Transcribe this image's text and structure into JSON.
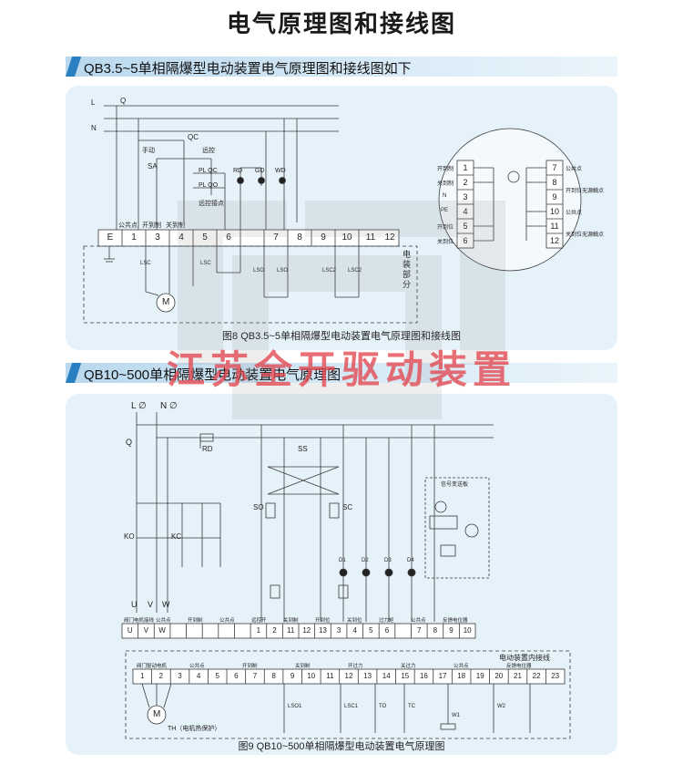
{
  "page_title": "电气原理图和接线图",
  "section1": {
    "heading": "QB3.5~5单相隔爆型电动装置电气原理图和接线图如下",
    "caption": "图8  QB3.5~5单相隔爆型电动装置电气原理图和接线图",
    "top_labels": {
      "L": "L",
      "N": "N",
      "Q": "Q",
      "QC": "QC",
      "SA": "SA",
      "manual": "手动",
      "remote": "远控",
      "plqc": "PL QC",
      "plqo": "PL QO",
      "remote_pt": "远控接点",
      "RD": "RD",
      "GD": "GD",
      "WD": "WD"
    },
    "terminal_heads": [
      "公共点",
      "开到制",
      "关到制"
    ],
    "terminals": [
      "E",
      "1",
      "3",
      "4",
      "5",
      "6",
      "7",
      "8",
      "9",
      "10",
      "11",
      "12"
    ],
    "device_label": "电装部分",
    "motor": "M",
    "lsc": [
      "LSC",
      "LSC",
      "LSO",
      "LSO",
      "LSC2",
      "LSC2"
    ],
    "circle": {
      "left_labels": [
        "开到制",
        "关到制",
        "N",
        "PE",
        "开到位",
        "关到位"
      ],
      "left_nums": [
        "1",
        "2",
        "3",
        "4",
        "5",
        "6"
      ],
      "right_nums": [
        "7",
        "8",
        "9",
        "10",
        "11",
        "12"
      ],
      "right_labels": [
        "公共点",
        "开到位无源触点",
        "公共点",
        "关到位无源触点"
      ]
    }
  },
  "section2": {
    "heading_a": "QB10~500单",
    "heading_b": "相隔爆型电动装置电气原理图",
    "caption": "图9  QB10~500单相隔爆型电动装置电气原理图",
    "top_labels": {
      "L": "L ∅",
      "N": "N ∅",
      "Q": "Q",
      "RD": "RD",
      "SS": "SS",
      "SO": "SO",
      "SC": "SC",
      "KO": "KO",
      "KC": "KC"
    },
    "box_label": "信号变送板",
    "lamps": [
      "D1",
      "D2",
      "D3",
      "D4"
    ],
    "uvw": [
      "U",
      "V",
      "W"
    ],
    "row1_heads": [
      "阀门电机接线",
      "公共点",
      "开到制",
      "公共点",
      "远控开",
      "关到制",
      "开到位",
      "关到位",
      "过力矩",
      "公共点",
      "反馈电位器"
    ],
    "row1": [
      "U",
      "V",
      "W",
      "",
      "",
      "",
      "",
      "",
      "1",
      "2",
      "11",
      "12",
      "13",
      "3",
      "4",
      "5",
      "6",
      "",
      "7",
      "8",
      "9",
      "10"
    ],
    "inner_title": "电动装置内接线",
    "row2_heads": [
      "阀门驱动电机",
      "公共点",
      "开到制",
      "关到制",
      "开过力",
      "关过力",
      "公共点",
      "反馈电位器"
    ],
    "row2": [
      "1",
      "2",
      "3",
      "4",
      "5",
      "6",
      "7",
      "8",
      "9",
      "10",
      "11",
      "12",
      "13",
      "14",
      "15",
      "16",
      "17",
      "18",
      "19",
      "20",
      "21",
      "22",
      "23"
    ],
    "bottom_labels": [
      "TH（电机热保护）",
      "LSO1",
      "LSC1",
      "TO",
      "TC",
      "W1",
      "W2"
    ],
    "motor": "M"
  },
  "watermark": "江苏全开驱动装置",
  "colors": {
    "panel": "#e6f2fa",
    "accent": "#2a7fc0",
    "watermark": "#e24650",
    "line": "#3a3a3a"
  }
}
